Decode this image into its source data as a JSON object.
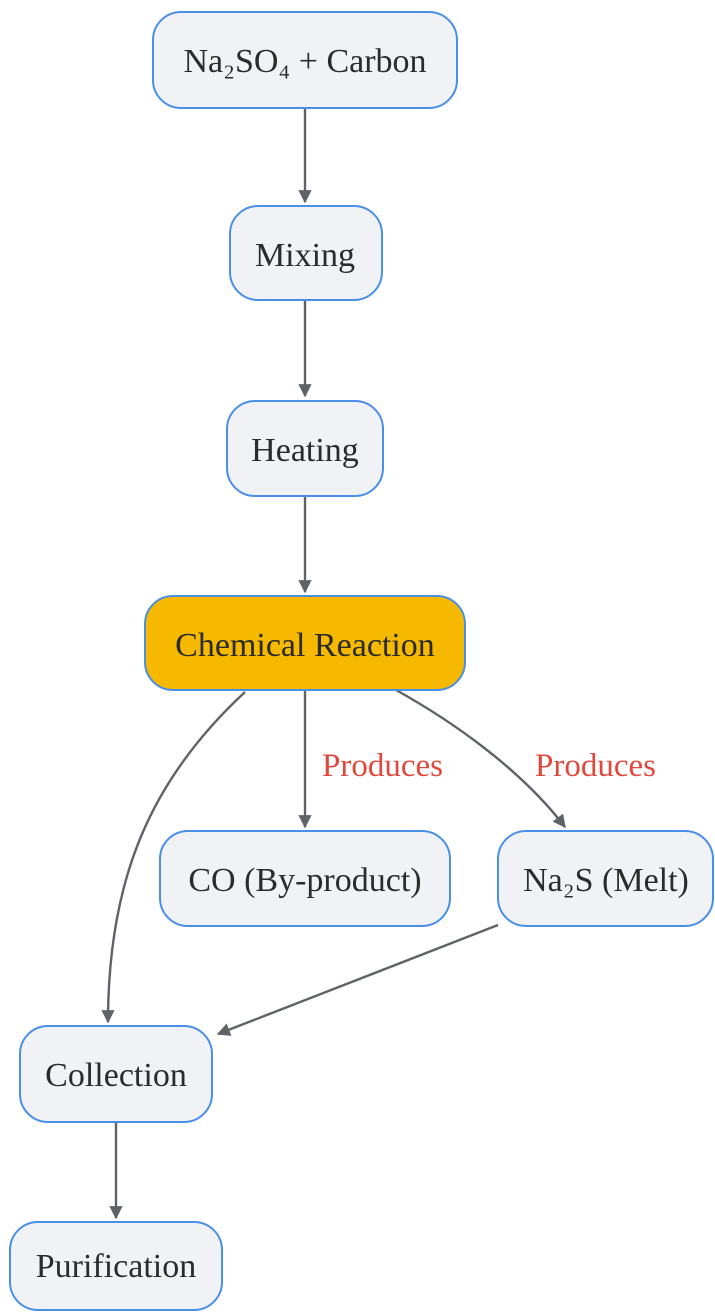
{
  "diagram": {
    "colors": {
      "node_fill": "#f0f2f5",
      "node_stroke": "#4a8fe7",
      "highlight_fill": "#f7b900",
      "highlight_stroke": "#4a8fe7",
      "edge": "#5f6368",
      "edge_label": "#e0483d",
      "text": "#2b2b2b"
    },
    "nodes": {
      "raw": {
        "label": "Na₂SO₄ + Carbon"
      },
      "mixing": {
        "label": "Mixing"
      },
      "heating": {
        "label": "Heating"
      },
      "reaction": {
        "label": "Chemical Reaction"
      },
      "co": {
        "label": "CO (By-product)"
      },
      "na2s": {
        "label": "Na₂S (Melt)"
      },
      "collection": {
        "label": "Collection"
      },
      "purification": {
        "label": "Purification"
      }
    },
    "edges": {
      "raw_mixing": {
        "label": ""
      },
      "mixing_heating": {
        "label": ""
      },
      "heating_reaction": {
        "label": ""
      },
      "reaction_co": {
        "label": "Produces"
      },
      "reaction_na2s": {
        "label": "Produces"
      },
      "reaction_collection": {
        "label": ""
      },
      "na2s_collection": {
        "label": ""
      },
      "collection_purification": {
        "label": ""
      }
    }
  }
}
